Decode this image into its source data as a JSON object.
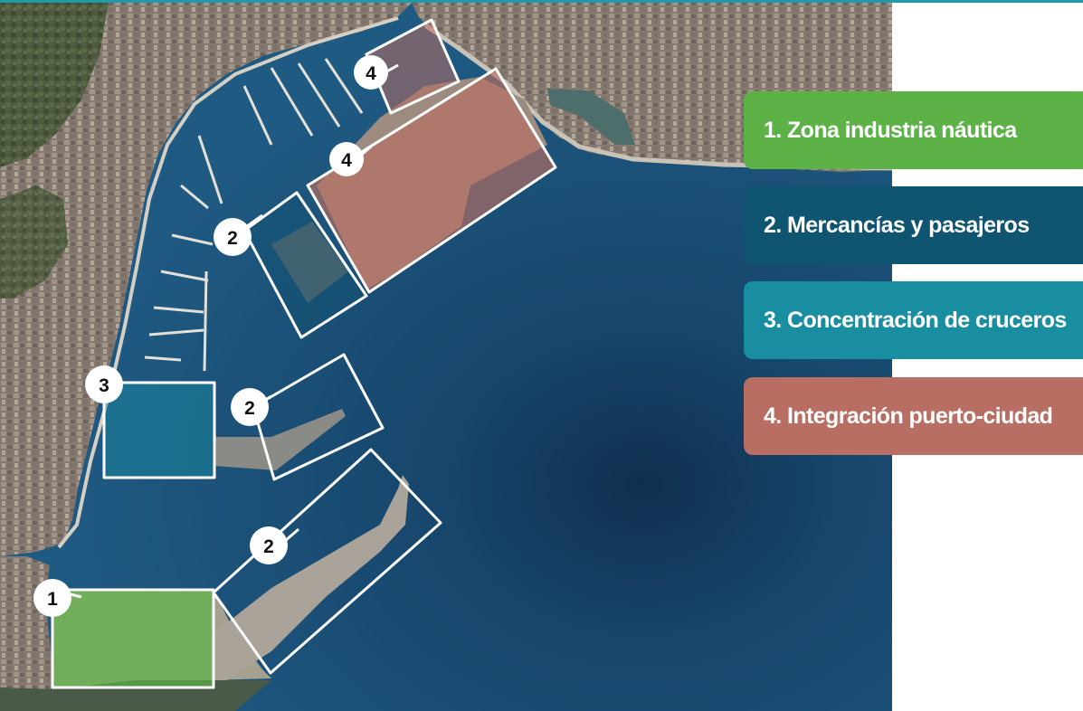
{
  "colors": {
    "zone1": "#5cb247",
    "zone2": "#0f5470",
    "zone3": "#1a8ea1",
    "zone4": "#b86e62",
    "sea": "#1b4e74",
    "land": "#8a8279",
    "outline": "#ffffff"
  },
  "legend": [
    {
      "label": "1. Zona industria náutica",
      "color": "#5cb247"
    },
    {
      "label": "2. Mercancías y pasajeros",
      "color": "#0f5470"
    },
    {
      "label": "3. Concentración de cruceros",
      "color": "#1a8ea1"
    },
    {
      "label": "4. Integración puerto-ciudad",
      "color": "#b86e62"
    }
  ],
  "markers": [
    {
      "label": "4",
      "zone": 4
    },
    {
      "label": "4",
      "zone": 4
    },
    {
      "label": "2",
      "zone": 2
    },
    {
      "label": "3",
      "zone": 3
    },
    {
      "label": "2",
      "zone": 2
    },
    {
      "label": "2",
      "zone": 2
    },
    {
      "label": "1",
      "zone": 1
    }
  ]
}
